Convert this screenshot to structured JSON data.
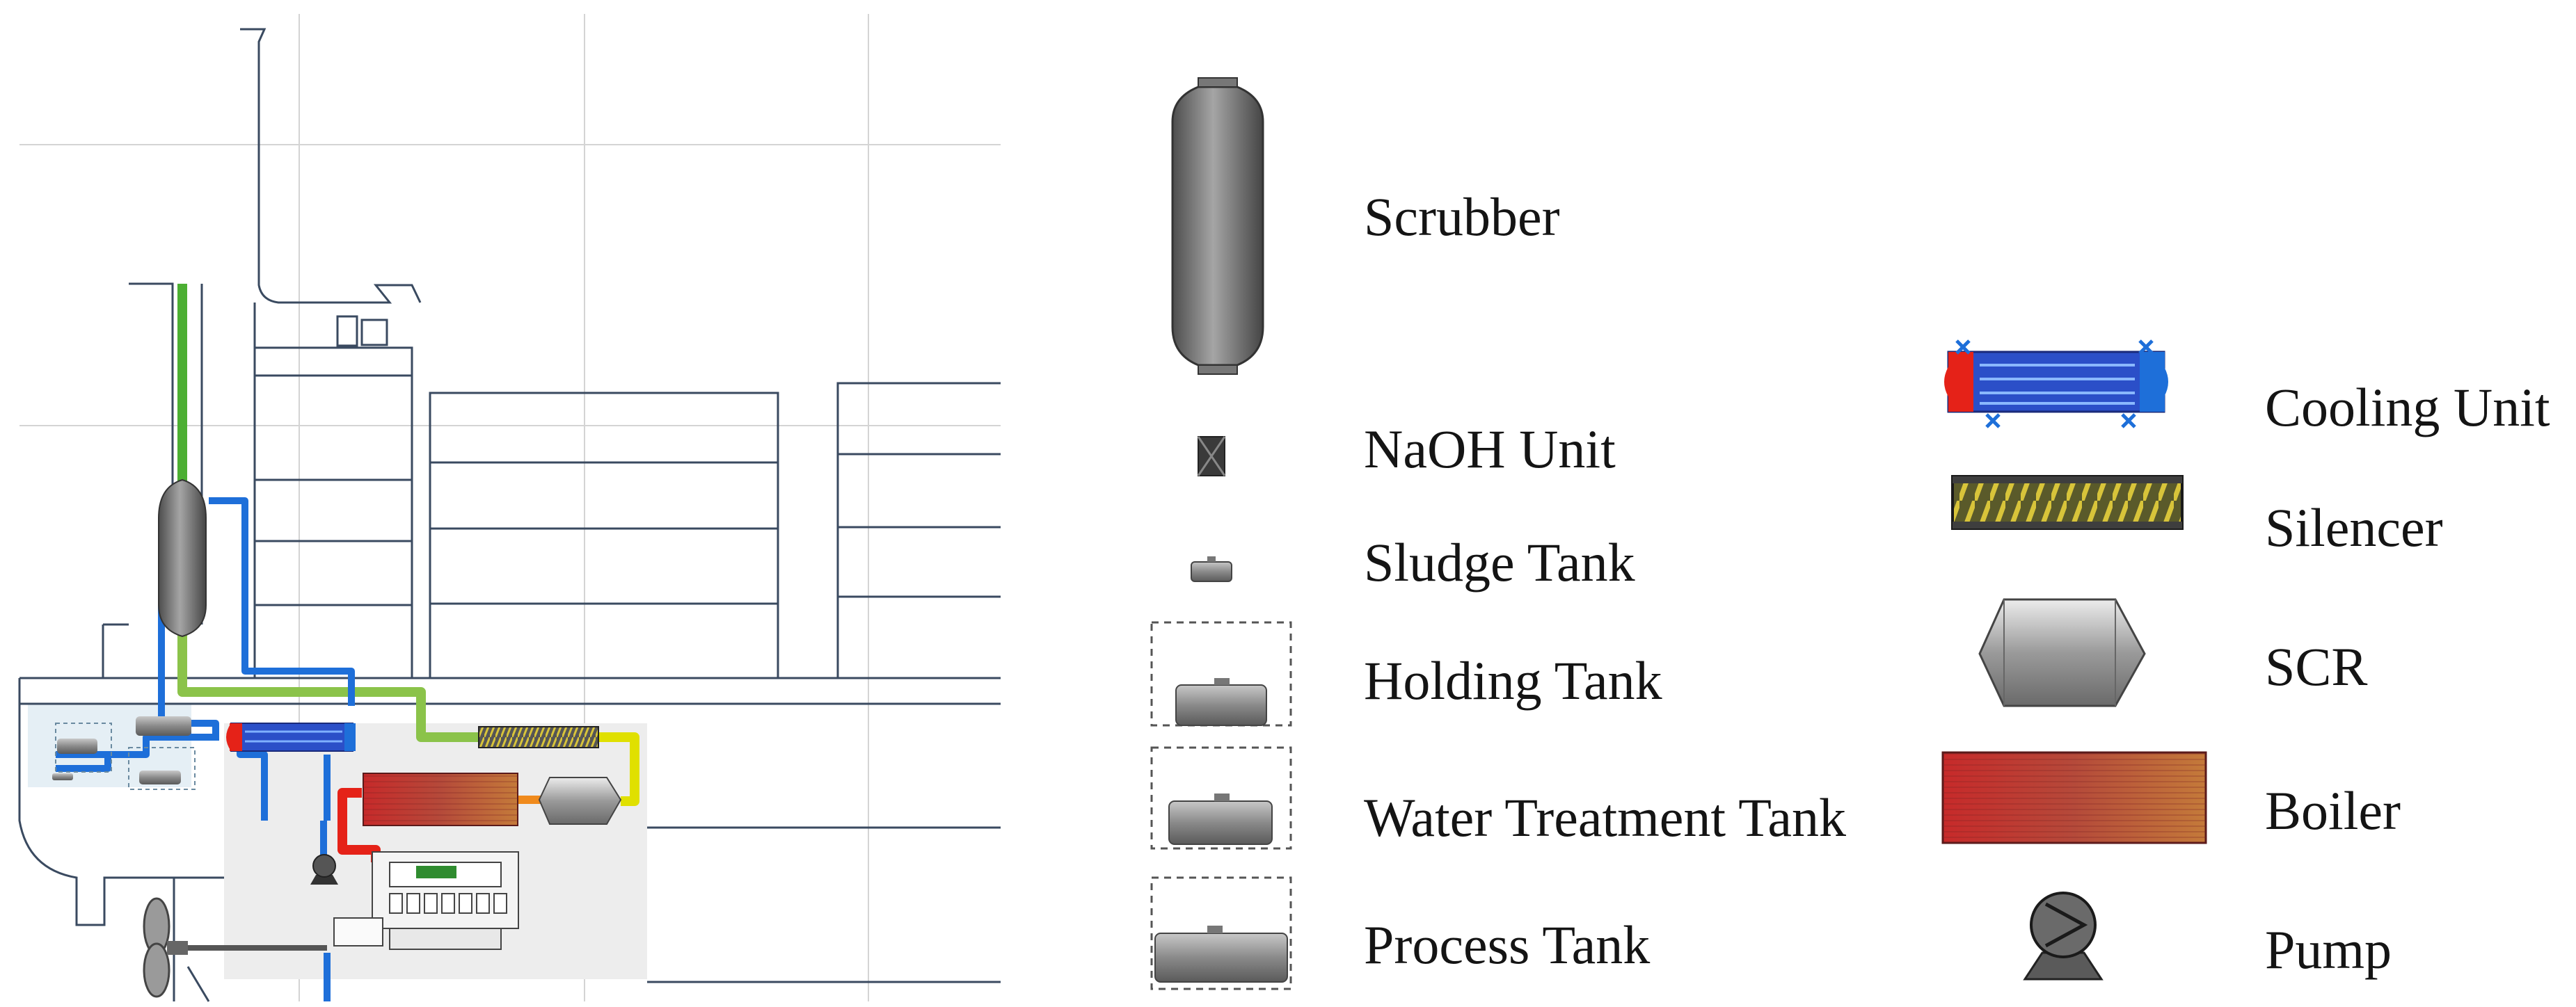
{
  "diagram": {
    "kind": "ship scrubber system schematic with legend",
    "pipe_colors": {
      "exhaust": "#4caf33",
      "exhaust_secondary": "#8bc34a",
      "water": "#1e6fd9",
      "hot": "#e52218",
      "yellow": "#e0e000",
      "orange": "#f08a1c"
    }
  },
  "legend": {
    "left": [
      {
        "id": "scrubber",
        "label": "Scrubber",
        "icon": "scrubber-icon"
      },
      {
        "id": "naoh",
        "label": "NaOH Unit",
        "icon": "naoh-unit-icon"
      },
      {
        "id": "sludge",
        "label": "Sludge Tank",
        "icon": "sludge-tank-icon"
      },
      {
        "id": "holding",
        "label": "Holding Tank",
        "icon": "holding-tank-icon"
      },
      {
        "id": "water_treatment",
        "label": "Water Treatment Tank",
        "icon": "water-treatment-tank-icon"
      },
      {
        "id": "process",
        "label": "Process Tank",
        "icon": "process-tank-icon"
      }
    ],
    "right": [
      {
        "id": "cooling",
        "label": "Cooling Unit",
        "icon": "cooling-unit-icon"
      },
      {
        "id": "silencer",
        "label": "Silencer",
        "icon": "silencer-icon"
      },
      {
        "id": "scr",
        "label": "SCR",
        "icon": "scr-icon"
      },
      {
        "id": "boiler",
        "label": "Boiler",
        "icon": "boiler-icon"
      },
      {
        "id": "pump",
        "label": "Pump",
        "icon": "pump-icon"
      }
    ]
  }
}
